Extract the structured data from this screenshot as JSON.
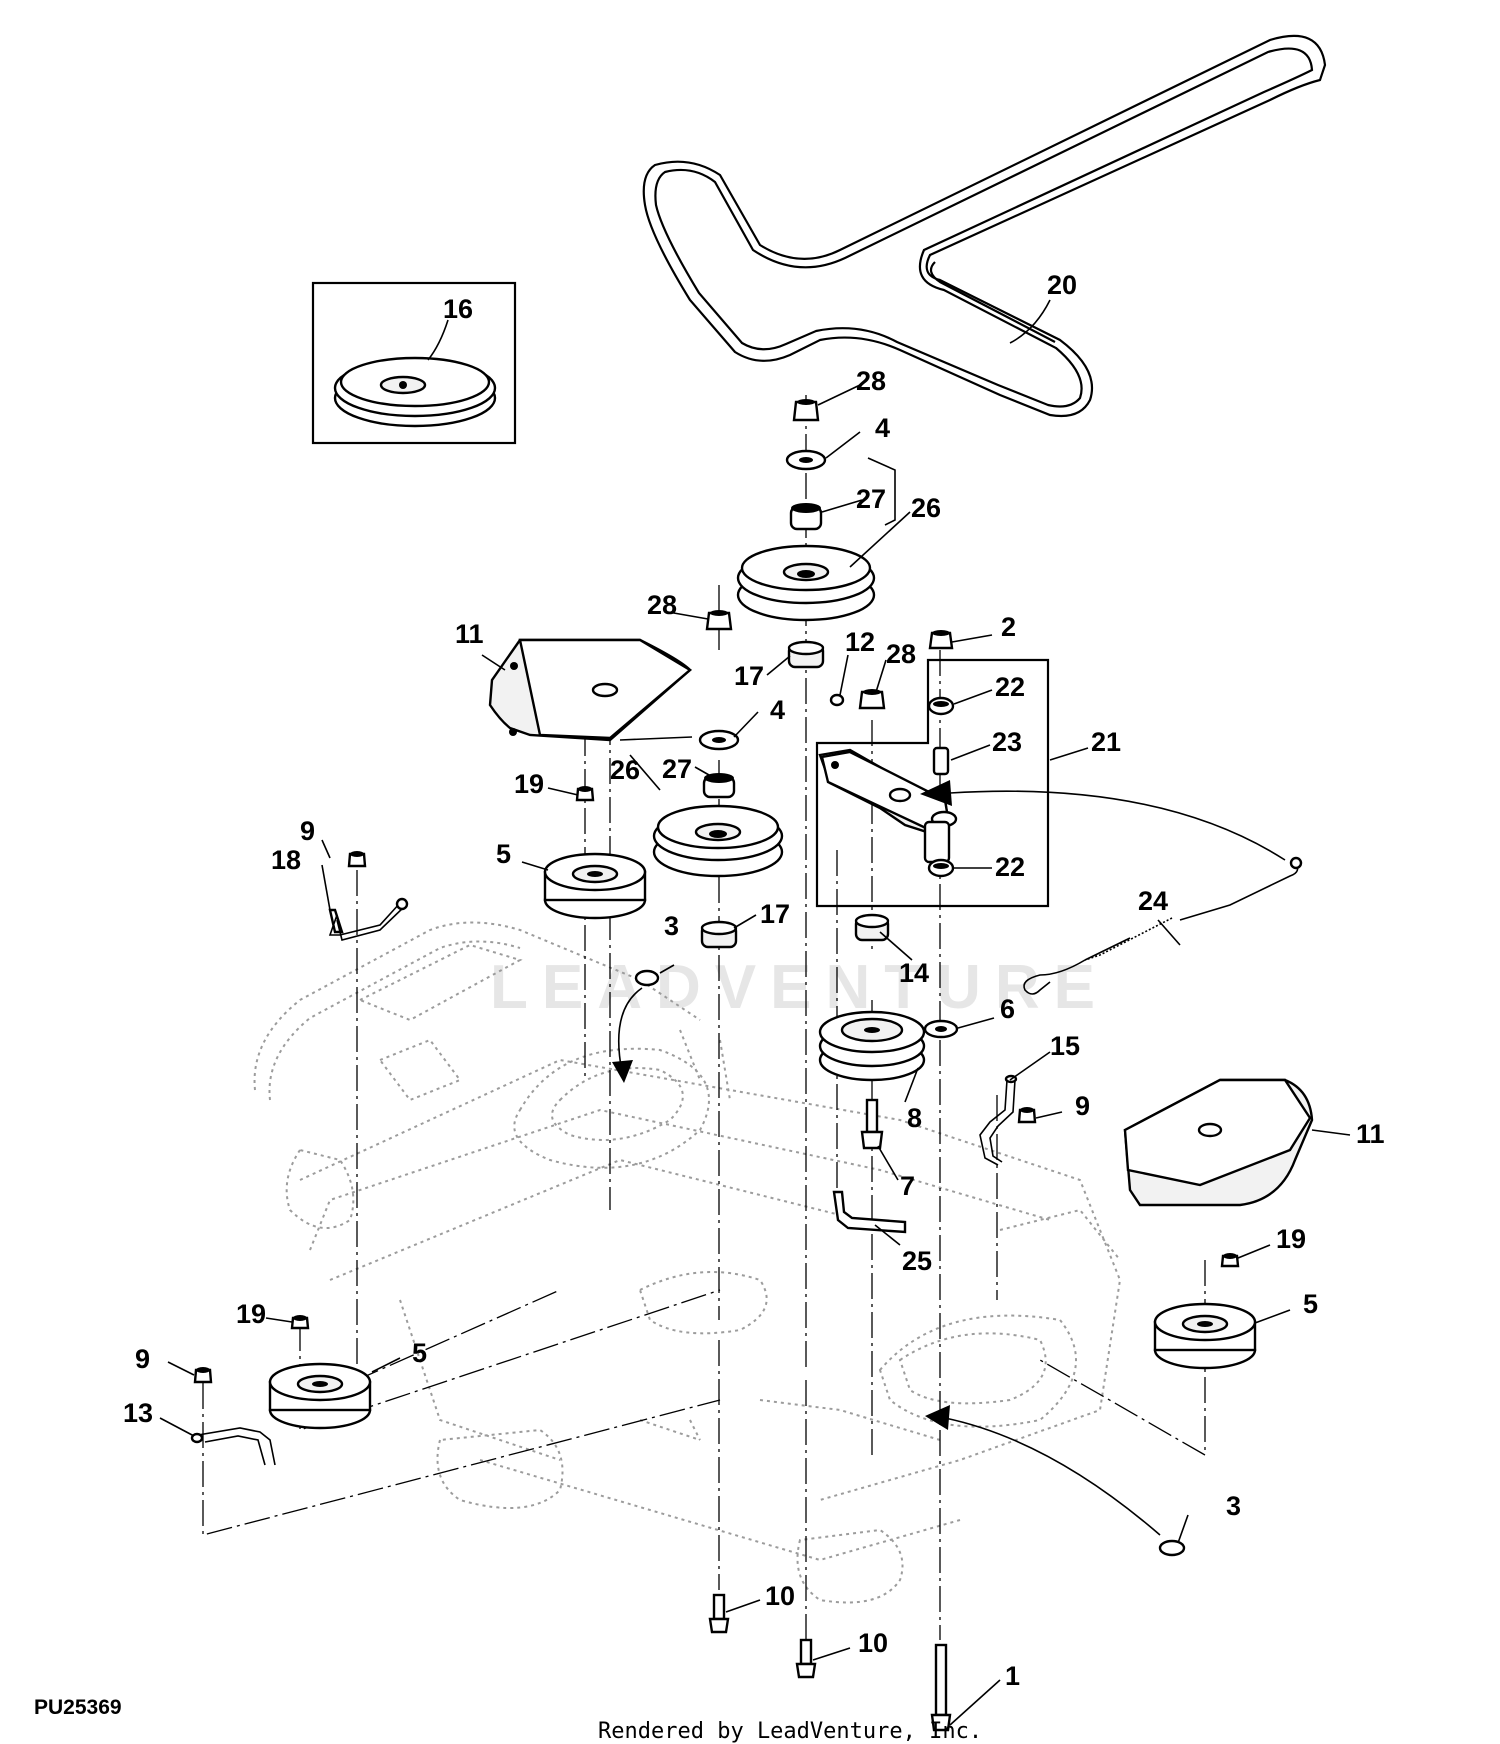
{
  "diagram": {
    "id": "PU25369",
    "credit": "Rendered by LeadVenture, Inc.",
    "watermark": "LEADVENTURE",
    "callouts": {
      "c1": "1",
      "c2": "2",
      "c3a": "3",
      "c3b": "3",
      "c4a": "4",
      "c4b": "4",
      "c5a": "5",
      "c5b": "5",
      "c5c": "5",
      "c6": "6",
      "c7": "7",
      "c8": "8",
      "c9a": "9",
      "c9b": "9",
      "c9c": "9",
      "c10a": "10",
      "c10b": "10",
      "c11a": "11",
      "c11b": "11",
      "c12": "12",
      "c13": "13",
      "c14": "14",
      "c15": "15",
      "c16": "16",
      "c17a": "17",
      "c17b": "17",
      "c18": "18",
      "c19a": "19",
      "c19b": "19",
      "c19c": "19",
      "c20": "20",
      "c21": "21",
      "c22a": "22",
      "c22b": "22",
      "c23": "23",
      "c24": "24",
      "c25": "25",
      "c26a": "26",
      "c26b": "26",
      "c27a": "27",
      "c27b": "27",
      "c28a": "28",
      "c28b": "28",
      "c28c": "28"
    }
  }
}
